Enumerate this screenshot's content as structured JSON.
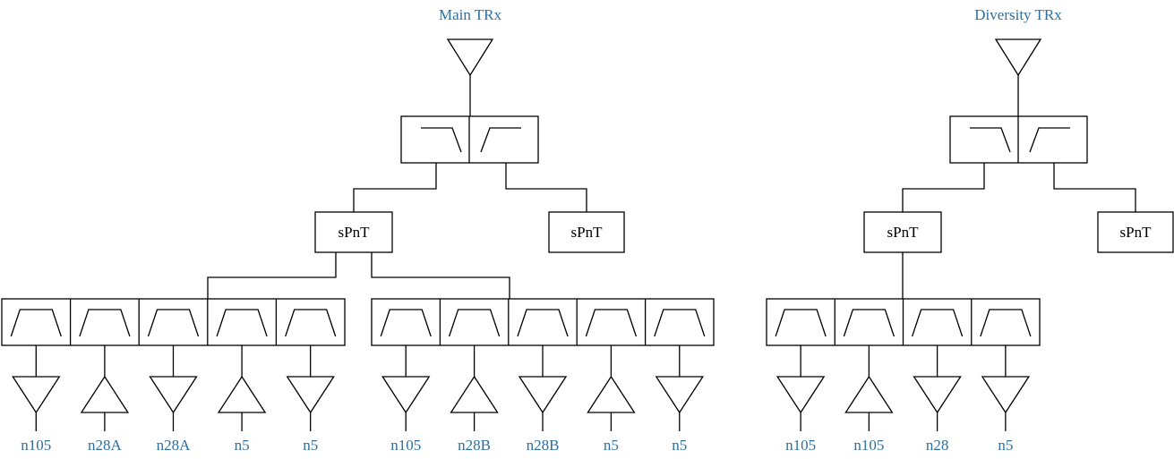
{
  "main": {
    "title": "Main TRx",
    "switch_left": "sPnT",
    "switch_right": "sPnT",
    "bands_group1": [
      "n105",
      "n28A",
      "n28A",
      "n5",
      "n5"
    ],
    "bands_group2": [
      "n105",
      "n28B",
      "n28B",
      "n5",
      "n5"
    ],
    "amps_group1": [
      "down",
      "up",
      "down",
      "up",
      "down"
    ],
    "amps_group2": [
      "down",
      "up",
      "down",
      "up",
      "down"
    ]
  },
  "diversity": {
    "title": "Diversity TRx",
    "switch_left": "sPnT",
    "switch_right": "sPnT",
    "bands": [
      "n105",
      "n105",
      "n28",
      "n5"
    ],
    "amps": [
      "down",
      "up",
      "down",
      "down"
    ]
  }
}
